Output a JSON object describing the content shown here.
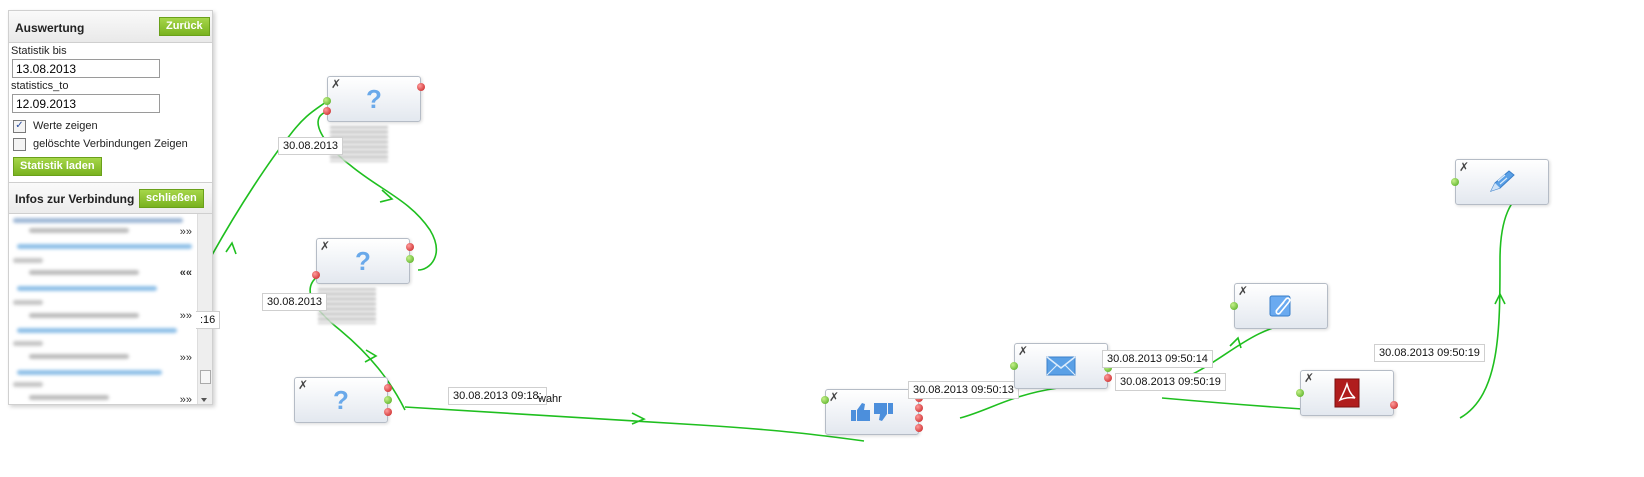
{
  "panel": {
    "title": "Auswertung",
    "back_button": "Zurück",
    "from_label": "Statistik bis",
    "from_value": "13.08.2013",
    "to_label": "statistics_to",
    "to_value": "12.09.2013",
    "show_values_label": "Werte zeigen",
    "show_values_checked": true,
    "show_deleted_label": "gelöschte Verbindungen Zeigen",
    "show_deleted_checked": false,
    "load_button": "Statistik laden",
    "info_title": "Infos zur Verbindung",
    "close_button": "schließen",
    "info_markers": [
      "»»",
      "««",
      "»»",
      "»»",
      "»»"
    ]
  },
  "connection_labels": {
    "c1": "30.08.2013",
    "c2": "30.08.2013",
    "c3": "30.08.2013 09:18:",
    "c3_tail": "wahr",
    "c4": "30.08.2013 09:50:13",
    "c5": "30.08.2013 09:50:14",
    "c6": "30.08.2013 09:50:19",
    "c7": "30.08.2013 09:50:19",
    "partial": ":16"
  },
  "nodes": {
    "q1_icon": "question-icon",
    "q2_icon": "question-icon",
    "q3_icon": "question-icon",
    "vote_icon": "thumbs-up-down-icon",
    "mail_icon": "envelope-icon",
    "attach_icon": "attachment-icon",
    "pdf_icon": "pdf-icon",
    "edit_icon": "pencil-icon"
  },
  "colors": {
    "accent_green": "#7bb323",
    "connection_green": "#1fbf1f",
    "icon_blue": "#5aa0e6",
    "port_red": "#c41a1a"
  }
}
